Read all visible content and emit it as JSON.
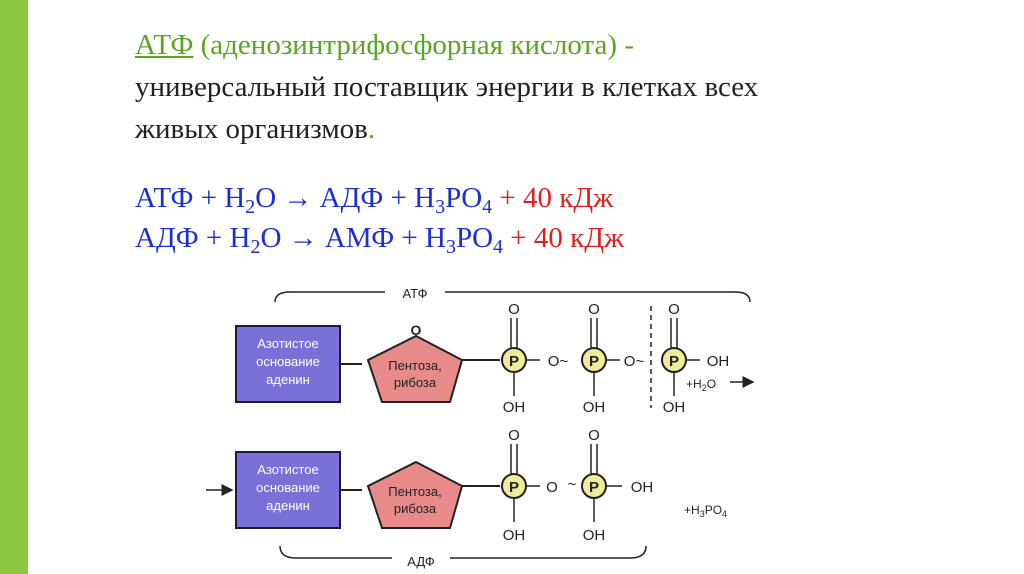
{
  "intro": {
    "abbr": "АТФ",
    "full_name": "(аденозинтрифосфорная кислота) -",
    "line2": "универсальный поставщик энергии в клетках всех",
    "line3": "живых организмов",
    "line3_end": "."
  },
  "equations": [
    {
      "lhs": "АТФ + H",
      "s1": "2",
      "mid": "O → АДФ + H",
      "s2": "3",
      "po": "PO",
      "s3": "4",
      "energy": " + 40 кДж"
    },
    {
      "lhs": "АДФ + H",
      "s1": "2",
      "mid": "O → АМФ + H",
      "s2": "3",
      "po": "PO",
      "s3": "4",
      "energy": " + 40 кДж"
    }
  ],
  "diagram": {
    "atf_label": "АТФ",
    "adf_label": "АДФ",
    "base_lines": [
      "Азотистое",
      "основание",
      "аденин"
    ],
    "sugar_lines": [
      "Пентоза,",
      "рибоза"
    ],
    "phosphate_symbol": "P",
    "o_label": "O",
    "oh_label": "OH",
    "bond_label": "O~",
    "bond_label_plain": "O",
    "tilde": "~",
    "water_label": "+H",
    "water_sub": "2",
    "water_o": "O",
    "release_label": "+H",
    "release_sub1": "3",
    "release_po": "PO",
    "release_sub2": "4",
    "colors": {
      "base_fill": "#7b6fd8",
      "sugar_fill": "#e88a8a",
      "phosphate_fill": "#f0eb9c",
      "accent_green": "#5aa61f",
      "equation_blue": "#1a2fd6",
      "energy_red": "#e02020"
    }
  }
}
